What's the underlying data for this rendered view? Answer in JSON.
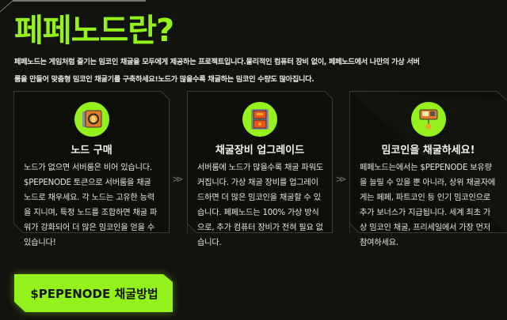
{
  "header": {
    "title": "페페노드란?",
    "intro_line1": "페페노드는 게임처럼 즐기는 밈코인 채굴을 모두에게 제공하는 프로젝트입니다.물리적인 컴퓨터 장비 없이, 페페노드에서 나만의 가상 서버",
    "intro_line2": "룸을 만들어 맞춤형 밈코인 채굴기를 구축하세요!노드가 많을수록 채굴하는 밈코인 수량도 많아집니다."
  },
  "cards": [
    {
      "icon": "node-box-icon",
      "title": "노드 구매",
      "body": "노드가 없으면 서버룸은 비어 있습니다. $PEPENODE 토큰으로 서버룸을 채굴 노드로 채우세요. 각 노드는 고유한 능력을 지니며, 특정 노드를 조합하면 채굴 파워가 강화되어 더 많은 밈코인을 얻을 수 있습니다!"
    },
    {
      "icon": "mining-rig-icon",
      "title": "채굴장비 업그레이드",
      "body": "서버룸에 노드가 많을수록 채굴 파워도 커집니다. 가상 채굴 장비를 업그레이드하면 더 많은 밈코인을 채굴할 수 있습니다. 페페노드는 100% 가상 방식으로, 추가 컴퓨터 장비가 전혀 필요 없습니다."
    },
    {
      "icon": "miner-device-icon",
      "title": "밈코인을 채굴하세요!",
      "body": "페페노드는에서는 $PEPENODE 보유량을 늘릴 수 있을 뿐 아니라, 상위 채굴자에게는 페페, 파트코인 등 인기 밈코인으로 추가 보너스가 지급됩니다. 세계 최초 가상 밈코인 채굴, 프리세일에서 가장 먼저 참여하세요."
    }
  ],
  "separators": [
    ">>",
    ">>"
  ],
  "cta": {
    "label": "$PEPENODE 채굴방법"
  },
  "colors": {
    "accent": "#95f11c",
    "background": "#12120e",
    "border": "#3a3a36"
  }
}
